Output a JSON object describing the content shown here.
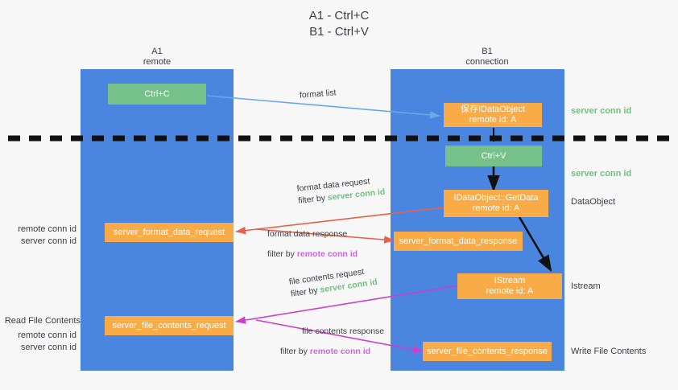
{
  "title": "A1 - Ctrl+C\nB1 - Ctrl+V",
  "colors": {
    "lane": "#4a86e0",
    "green_box": "#76c189",
    "orange_box": "#f9ab47",
    "server_conn_id": "#6ec17f",
    "remote_conn_id": "#cc66dd",
    "red_arrow": "#e8604c",
    "magenta_arrow": "#cc3fcc",
    "blue_arrow": "#6aa8e8",
    "black_arrow": "#000000",
    "background": "#f7f7f7"
  },
  "columns": [
    {
      "name": "A1",
      "sub": "remote"
    },
    {
      "name": "B1",
      "sub": "connection"
    }
  ],
  "boxes": {
    "ctrl_c": {
      "line1": "Ctrl+C"
    },
    "save_idataobject": {
      "line1": "保存IDataObject",
      "line2": "remote id: A"
    },
    "ctrl_v": {
      "line1": "Ctrl+V"
    },
    "getdata": {
      "line1": "IDataObject::GetData",
      "line2": "remote id: A"
    },
    "istream": {
      "line1": "IStream",
      "line2": "remote id: A"
    },
    "server_format_data_request": {
      "line1": "server_format_data_request"
    },
    "server_format_data_response": {
      "line1": "server_format_data_response"
    },
    "server_file_contents_request": {
      "line1": "server_file_contents_request"
    },
    "server_file_contents_response": {
      "line1": "server_file_contents_response"
    }
  },
  "edge_labels": {
    "format_list": "format list",
    "format_data_request": {
      "line1": "format data request",
      "prefix": "filter by ",
      "token": "server conn id",
      "token_kind": "server"
    },
    "format_data_response": {
      "line1": "format data response",
      "prefix": "filter by ",
      "token": "remote conn id",
      "token_kind": "remote"
    },
    "file_contents_request": {
      "line1": "file contents request",
      "prefix": "filter by ",
      "token": "server conn id",
      "token_kind": "server"
    },
    "file_contents_response": {
      "line1": "file contents response",
      "prefix": "filter by ",
      "token": "remote conn id",
      "token_kind": "remote"
    }
  },
  "right_annotations": [
    {
      "text": "server conn id",
      "kind": "server"
    },
    {
      "text": "server conn id",
      "kind": "server"
    },
    {
      "text": "DataObject",
      "kind": "plain"
    },
    {
      "text": "Istream",
      "kind": "plain"
    },
    {
      "text": "Write File Contents",
      "kind": "plain"
    }
  ],
  "left_annotations": {
    "mid": {
      "line1": "remote conn id",
      "line2": "server conn id"
    },
    "lower_title": "Read File Contents",
    "lower": {
      "line1": "remote conn id",
      "line2": "server conn id"
    }
  }
}
